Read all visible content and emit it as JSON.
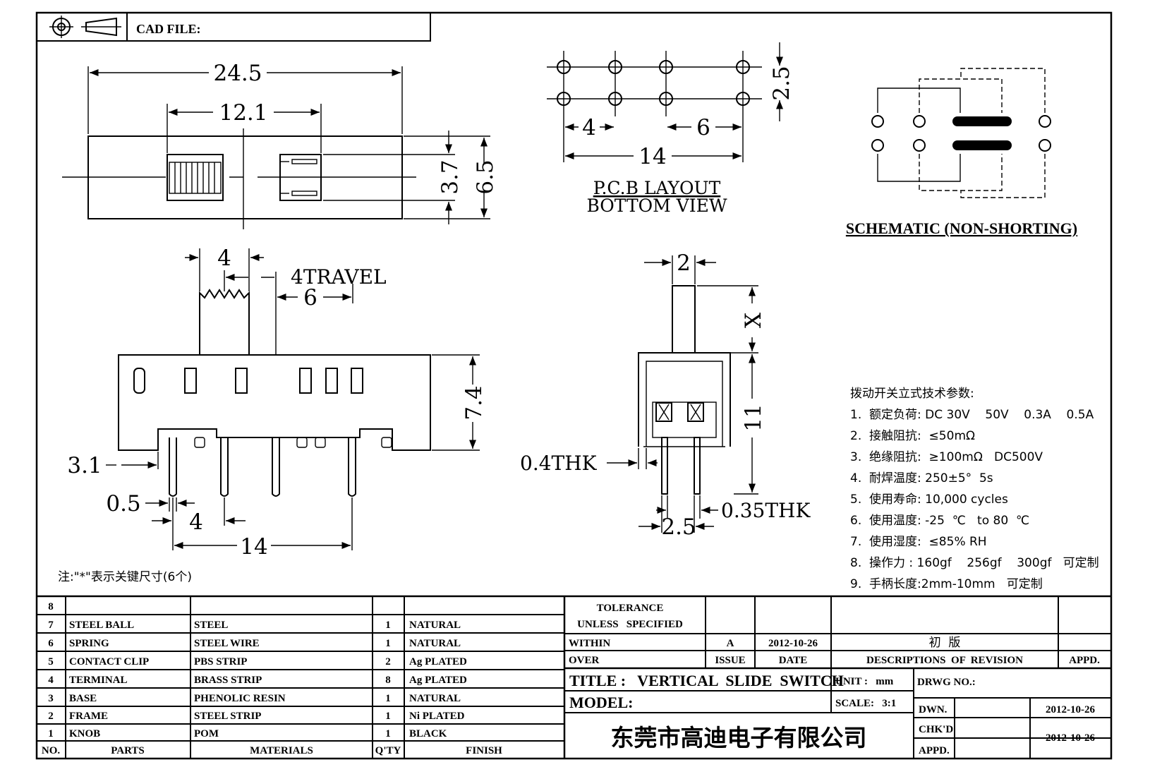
{
  "header": {
    "cad_file_label": "CAD FILE:"
  },
  "dimensions": {
    "top_width": "24.5",
    "top_inner": "12.1",
    "top_h1": "3.7",
    "top_h2": "6.5",
    "knob_w": "4",
    "travel": "4TRAVEL",
    "travel_gap": "6",
    "body_h": "7.4",
    "pin_offset": "3.1",
    "pin_thk": "0.5",
    "pin_pitch": "4",
    "pin_span": "14",
    "pcb_pitch": "4",
    "pcb_gap": "6",
    "pcb_row": "2.5",
    "pcb_span": "14",
    "side_knob": "2",
    "side_x": "X",
    "side_h": "11",
    "side_thk1": "0.4THK",
    "side_thk2": "0.35THK",
    "side_pitch": "2.5"
  },
  "captions": {
    "pcb_line1": "P.C.B LAYOUT",
    "pcb_line2": "BOTTOM VIEW",
    "schematic": "SCHEMATIC (NON-SHORTING)",
    "note": "注:\"*\"表示关键尺寸(6个)"
  },
  "specs": {
    "title": "拨动开关立式技术参数:",
    "items": [
      "1.  额定负荷: DC 30V    50V    0.3A    0.5A",
      "2.  接触阻抗:  ≤50mΩ",
      "3.  绝缘阻抗:  ≥100mΩ   DC500V",
      "4.  耐焊温度: 250±5°  5s",
      "5.  使用寿命: 10,000 cycles",
      "6.  使用温度: -25  ℃   to 80  ℃",
      "7.  使用湿度:  ≤85% RH",
      "8.  操作力 : 160gf    256gf    300gf   可定制",
      "9.  手柄长度:2mm-10mm   可定制"
    ]
  },
  "bom": {
    "rows": [
      {
        "no": "8",
        "part": "",
        "material": "",
        "qty": "",
        "finish": ""
      },
      {
        "no": "7",
        "part": "STEEL BALL",
        "material": "STEEL",
        "qty": "1",
        "finish": "NATURAL"
      },
      {
        "no": "6",
        "part": "SPRING",
        "material": "STEEL WIRE",
        "qty": "1",
        "finish": "NATURAL"
      },
      {
        "no": "5",
        "part": "CONTACT CLIP",
        "material": "PBS STRIP",
        "qty": "2",
        "finish": "Ag PLATED"
      },
      {
        "no": "4",
        "part": "TERMINAL",
        "material": "BRASS STRIP",
        "qty": "8",
        "finish": "Ag PLATED"
      },
      {
        "no": "3",
        "part": "BASE",
        "material": "PHENOLIC RESIN",
        "qty": "1",
        "finish": "NATURAL"
      },
      {
        "no": "2",
        "part": "FRAME",
        "material": "STEEL STRIP",
        "qty": "1",
        "finish": "Ni PLATED"
      },
      {
        "no": "1",
        "part": "KNOB",
        "material": "POM",
        "qty": "1",
        "finish": "BLACK"
      }
    ],
    "headers": {
      "no": "NO.",
      "part": "PARTS",
      "material": "MATERIALS",
      "qty": "Q'TY",
      "finish": "FINISH"
    }
  },
  "title_block": {
    "tolerance": "TOLERANCE",
    "unless": "UNLESS   SPECIFIED",
    "within": "WITHIN",
    "over": "OVER",
    "issue_value": "A",
    "date_value": "2012-10-26",
    "revision_desc": "初  版",
    "issue_label": "ISSUE",
    "date_label": "DATE",
    "desc_label": "DESCRIPTIONS  OF  REVISION",
    "appd_label": "APPD.",
    "title": "TITLE :   VERTICAL  SLIDE  SWITCH",
    "unit": "UNIT :   mm",
    "drwg_no": "DRWG NO.:",
    "model": "MODEL:",
    "scale": "SCALE:   3:1",
    "dwn_label": "DWN.",
    "dwn_date": "2012-10-26",
    "chkd_label": "CHK'D",
    "chkd_date": "2012-10-26",
    "appd2_label": "APPD.",
    "company": "东莞市高迪电子有限公司"
  }
}
